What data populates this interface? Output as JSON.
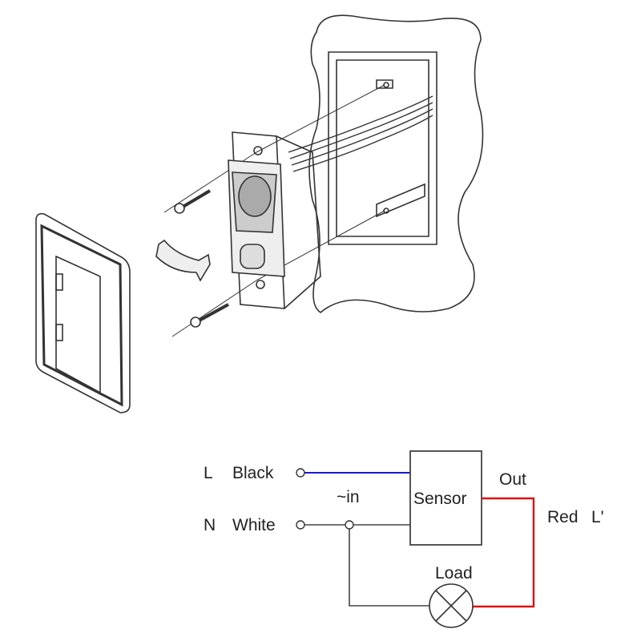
{
  "wiring": {
    "line_letter": "L",
    "line_color_name": "Black",
    "neutral_letter": "N",
    "neutral_color_name": "White",
    "input_label": "~in",
    "sensor_label": "Sensor",
    "output_label": "Out",
    "output_color_name": "Red",
    "output_letter": "L'",
    "load_label": "Load"
  },
  "colors": {
    "line_wire": "#1a1ad0",
    "output_wire": "#e01010",
    "neutral_wire": "#444444"
  }
}
